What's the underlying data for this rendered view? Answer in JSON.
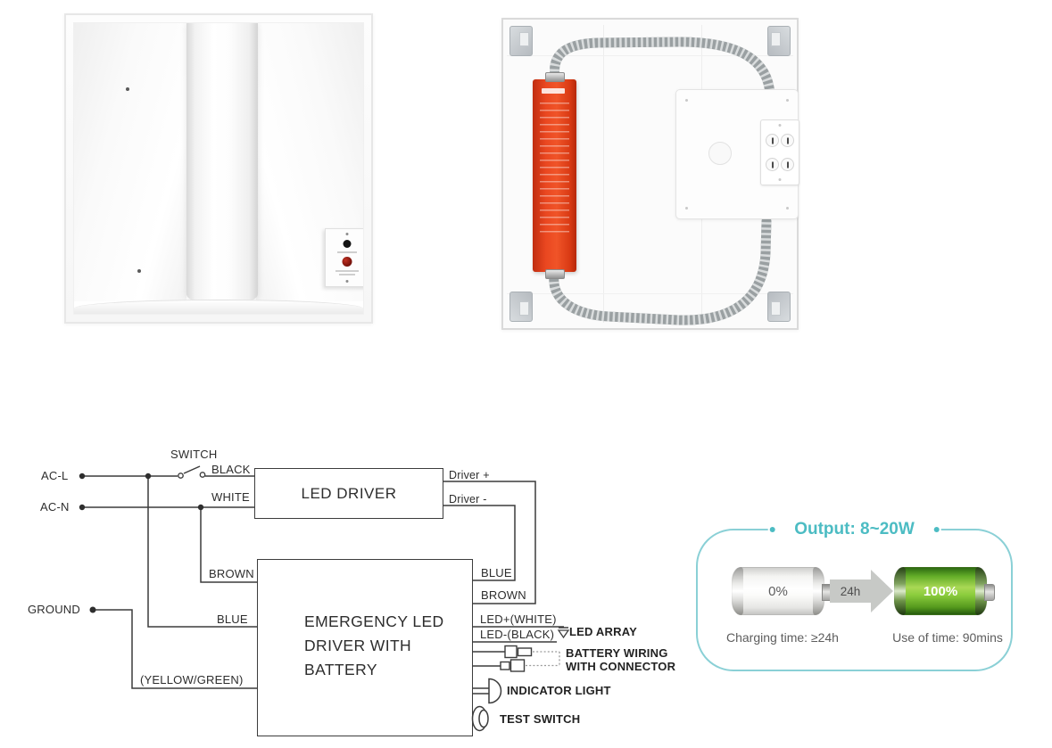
{
  "palette": {
    "diagram_line": "#3c3c3c",
    "accent_teal_text": "#4cbcc3",
    "badge_border_teal": "#8ad0d6",
    "emergency_driver_red": "#e6421f",
    "battery_green": "#6eb92f",
    "arrow_gray": "#c7c9c6",
    "note_gray": "#5d5d5d"
  },
  "icons": {
    "power_switch": "open-contact-switch-symbol",
    "led_array": "diode-symbol",
    "battery_connectors": "plug-connector-rectangles",
    "indicator_lamp": "half-dome-lamp-symbol",
    "test_switch_button": "push-button-grommet-symbol",
    "charge_arrow": "right-arrow"
  },
  "diagram": {
    "inputs": {
      "ac_l": "AC-L",
      "ac_n": "AC-N",
      "ground": "GROUND"
    },
    "switch_label": "SWITCH",
    "wires": {
      "black": "BLACK",
      "white": "WHITE",
      "brown_in": "BROWN",
      "blue_in": "BLUE",
      "ground_wire": "(YELLOW/GREEN)",
      "blue_out": "BLUE",
      "brown_out": "BROWN",
      "led_plus": "LED+(WHITE)",
      "led_minus": "LED-(BLACK)"
    },
    "led_driver": {
      "label": "LED DRIVER",
      "out_plus": "Driver +",
      "out_minus": "Driver -"
    },
    "emergency_driver": {
      "line1": "EMERGENCY LED",
      "line2": "DRIVER WITH",
      "line3": "BATTERY"
    },
    "annotations": {
      "led_array": "LED ARRAY",
      "battery_wiring_1": "BATTERY WIRING",
      "battery_wiring_2": "WITH CONNECTOR",
      "indicator": "INDICATOR LIGHT",
      "test_switch": "TEST SWITCH"
    }
  },
  "badge": {
    "title": "Output: 8~20W",
    "empty_pct": "0%",
    "arrow_label": "24h",
    "full_pct": "100%",
    "charge_note": "Charging time: ≥24h",
    "use_note": "Use of time: 90mins"
  }
}
